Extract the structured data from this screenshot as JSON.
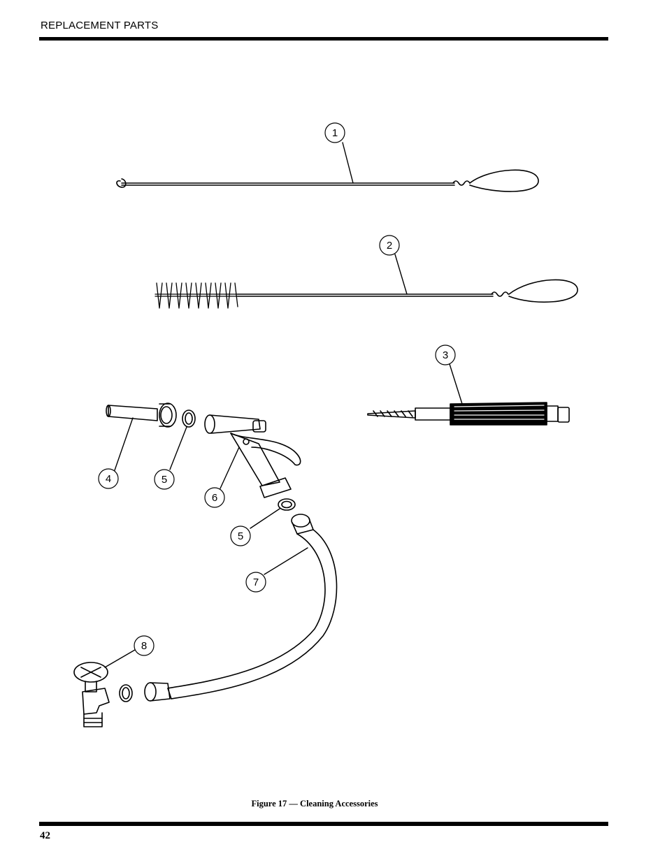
{
  "header": {
    "section_title": "REPLACEMENT PARTS"
  },
  "figure": {
    "caption": "Figure 17 — Cleaning Accessories",
    "callouts": [
      "1",
      "2",
      "3",
      "4",
      "5",
      "6",
      "5",
      "7",
      "8"
    ]
  },
  "footer": {
    "page_number": "42"
  }
}
